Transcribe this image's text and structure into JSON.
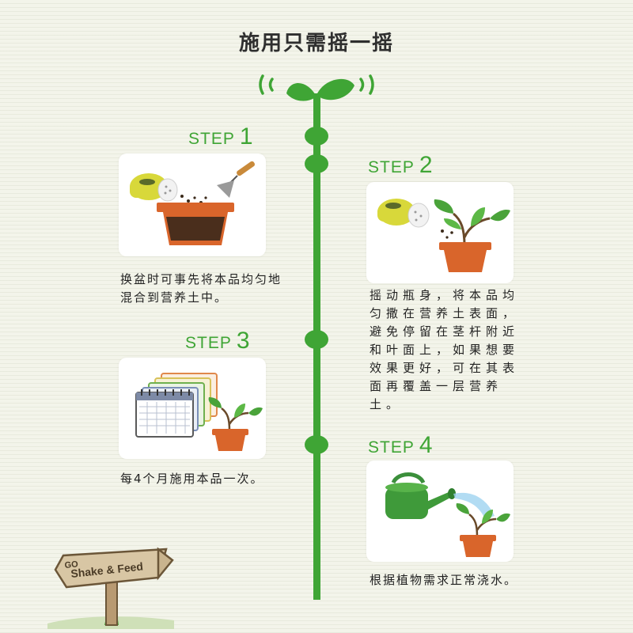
{
  "title": "施用只需摇一摇",
  "steps": [
    {
      "word": "STEP",
      "num": "1",
      "text": "换盆时可事先将本品均匀地混合到营养土中。"
    },
    {
      "word": "STEP",
      "num": "2",
      "text": "摇动瓶身，将本品均匀撒在营养土表面，避免停留在茎杆附近和叶面上，如果想要效果更好，可在其表面再覆盖一层营养土。"
    },
    {
      "word": "STEP",
      "num": "3",
      "text": "每4个月施用本品一次。"
    },
    {
      "word": "STEP",
      "num": "4",
      "text": "根据植物需求正常浇水。"
    }
  ],
  "sign": {
    "line1": "GO",
    "line2": "Shake & Feed"
  },
  "colors": {
    "green": "#3fa535",
    "pot": "#d9652b",
    "bottle": "#d9d93a"
  }
}
